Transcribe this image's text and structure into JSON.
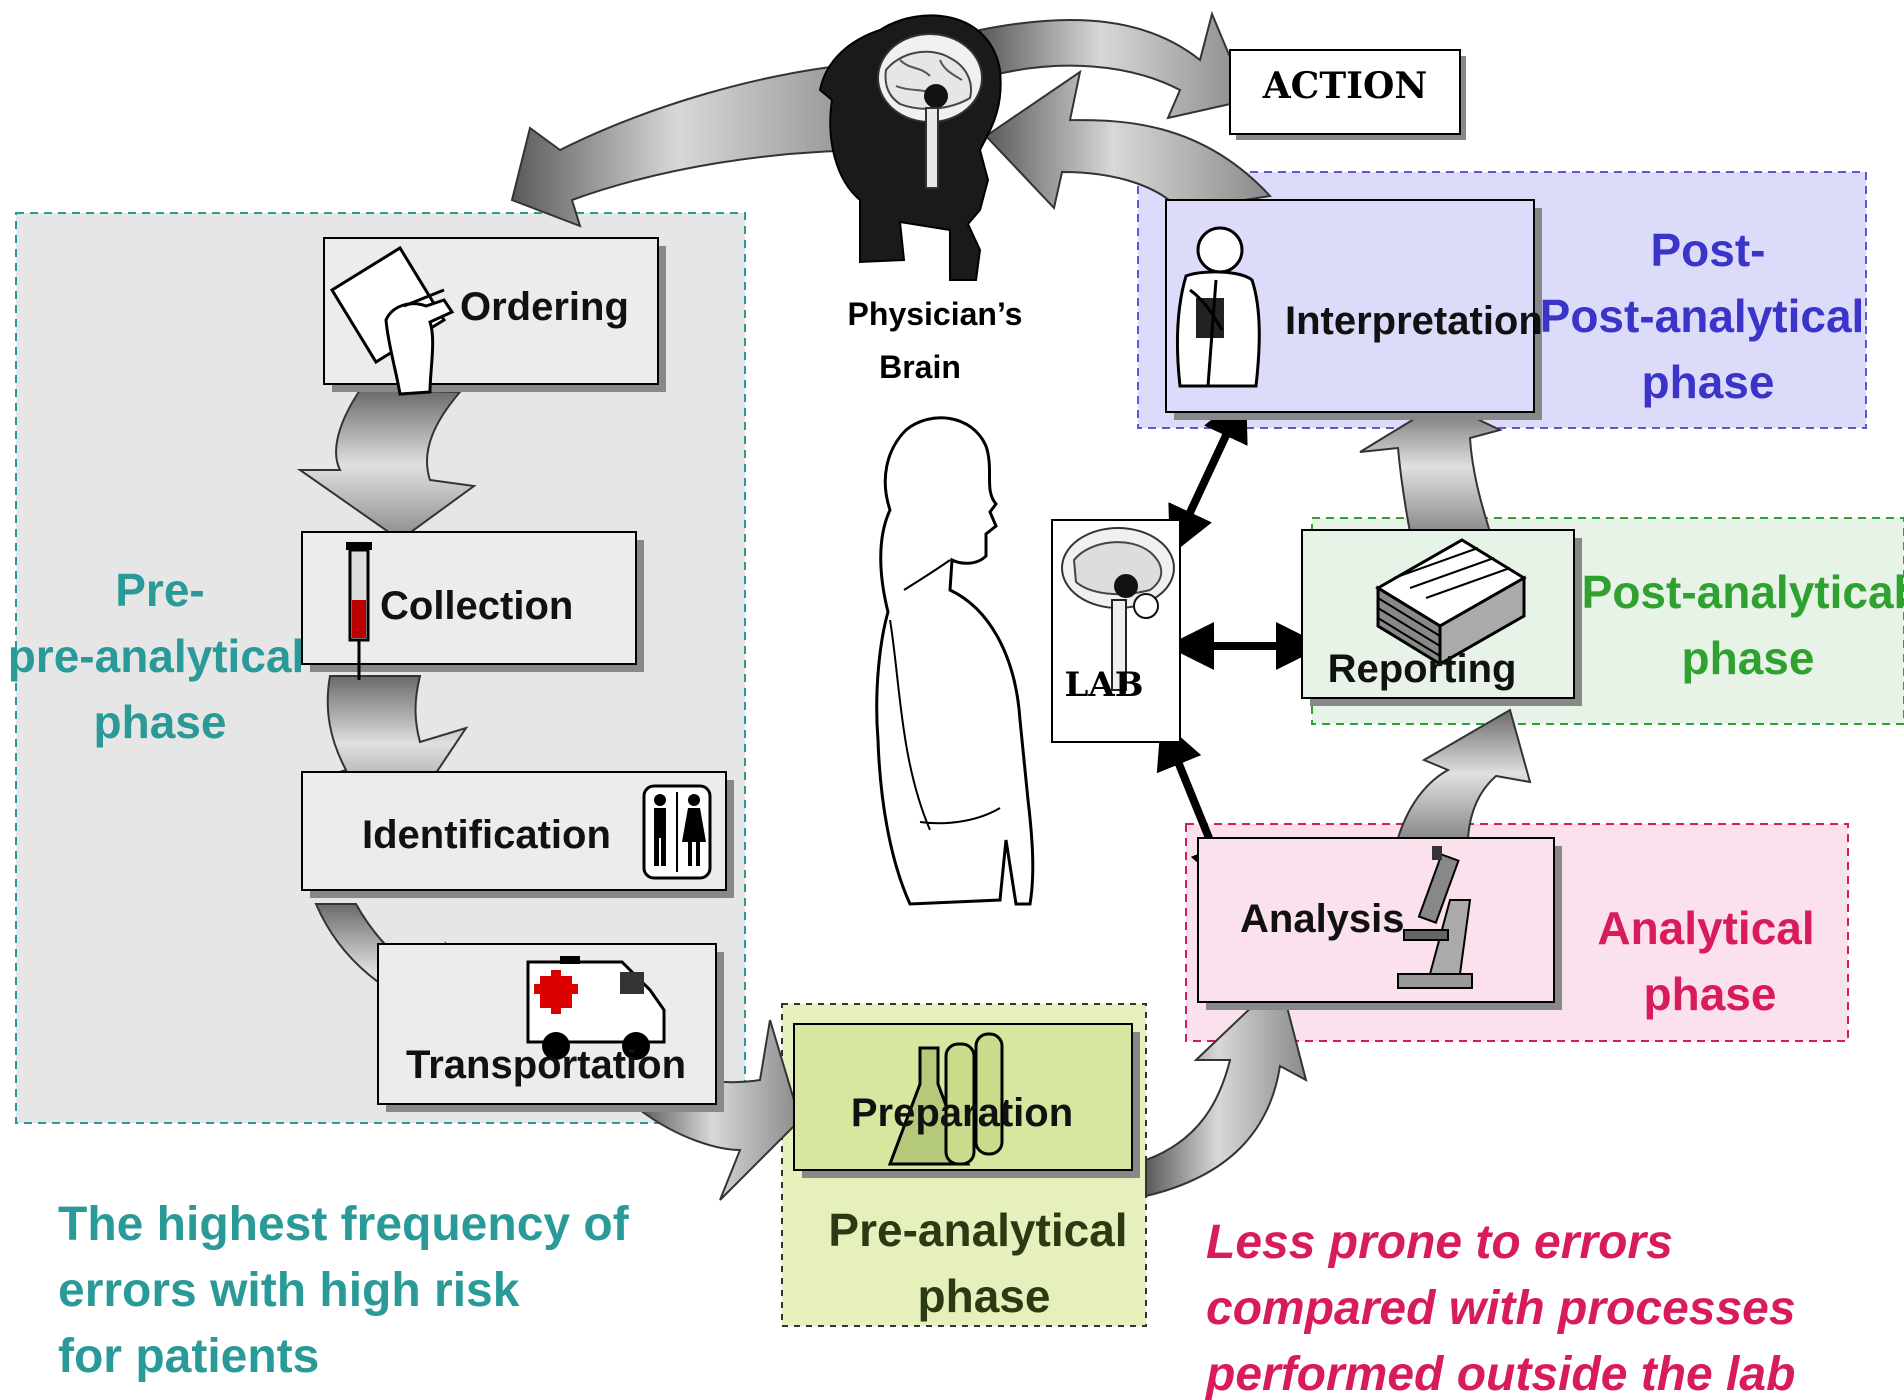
{
  "diagram": {
    "action_label": "ACTION",
    "physician_brain": [
      "Physician’s",
      "Brain"
    ],
    "lab_label": "LAB",
    "steps": {
      "ordering": "Ordering",
      "collection": "Collection",
      "identification": "Identification",
      "transportation": "Transportation",
      "preparation": "Preparation",
      "analysis": "Analysis",
      "reporting": "Reporting",
      "interpretation": "Interpretation"
    },
    "phases": {
      "pre_pre": [
        "Pre-",
        "pre-analytical",
        "phase"
      ],
      "pre": [
        "Pre-analytical",
        "phase"
      ],
      "analytical": [
        "Analytical",
        "phase"
      ],
      "post": [
        "Post-analytical",
        "phase"
      ],
      "post_post": [
        "Post-",
        "Post-analytical",
        "phase"
      ]
    },
    "notes": {
      "left": [
        "The highest frequency of",
        "errors with high risk",
        "for patients"
      ],
      "right": [
        "Less prone to errors",
        "compared with processes",
        "performed outside the lab"
      ]
    },
    "colors": {
      "teal": "#2a9a98",
      "blue": "#3a34c8",
      "green": "#2fa12f",
      "pink": "#d81b5a",
      "pre_pre_bg": "#e6e6e6",
      "post_post_bg": "#dcdcfa",
      "post_bg": "#e8f3e8",
      "analytical_bg": "#fbe0ee",
      "pre_bg": "#e6f0bc"
    }
  }
}
